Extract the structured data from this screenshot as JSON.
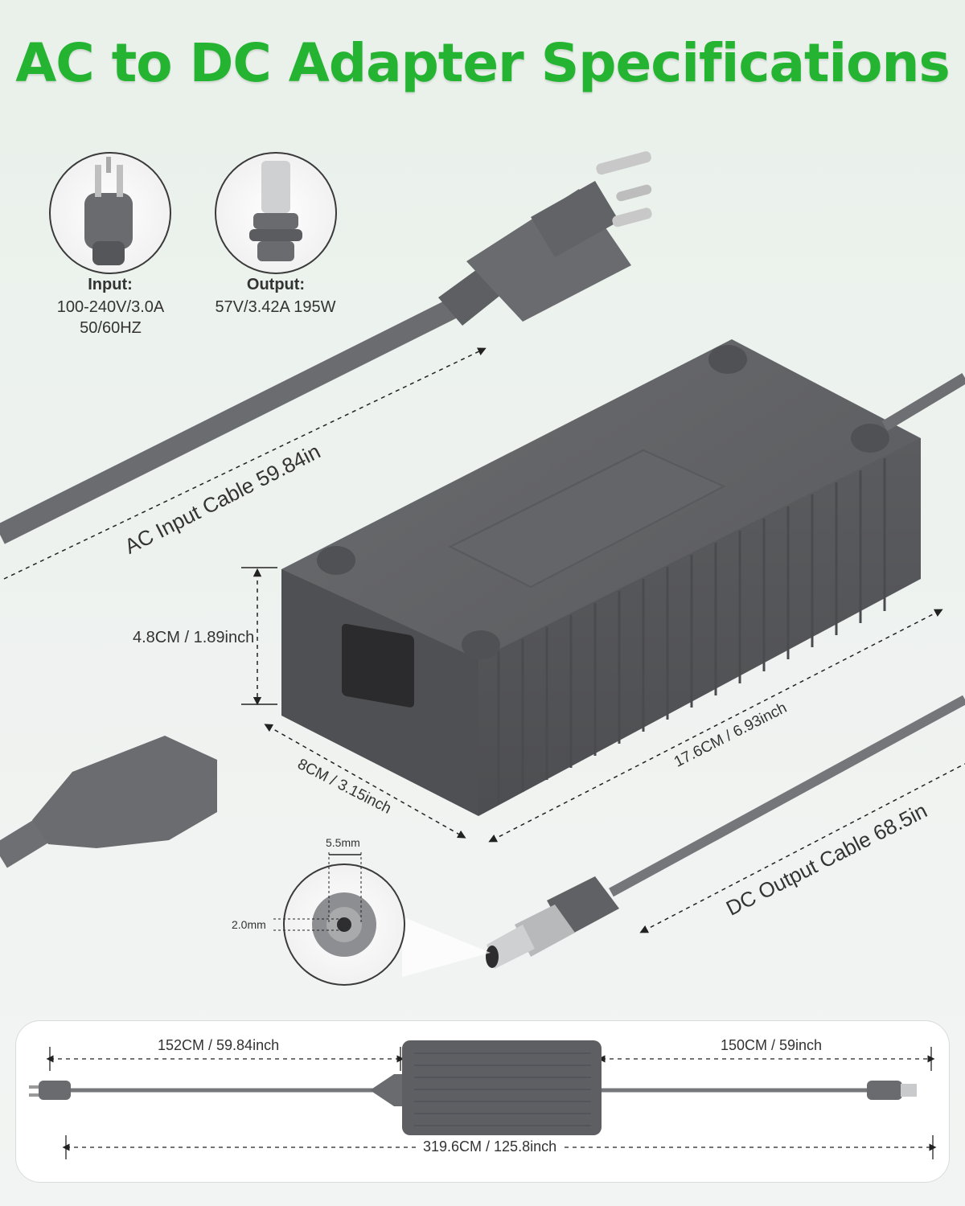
{
  "title": "AC to DC Adapter Specifications",
  "input": {
    "heading": "Input:",
    "line1": "100-240V/3.0A",
    "line2": "50/60HZ"
  },
  "output": {
    "heading": "Output:",
    "line1": "57V/3.42A 195W"
  },
  "dimensions": {
    "ac_cable": "AC Input Cable 59.84in",
    "height": "4.8CM / 1.89inch",
    "depth": "8CM / 3.15inch",
    "length": "17.6CM / 6.93inch",
    "dc_cable": "DC Output Cable 68.5in",
    "outer_diameter": "5.5mm",
    "inner_diameter": "2.0mm"
  },
  "bottom": {
    "ac_length": "152CM / 59.84inch",
    "dc_length": "150CM / 59inch",
    "total_length": "319.6CM / 125.8inch"
  },
  "colors": {
    "title_green": "#25b432",
    "body_gray": "#5f6063",
    "cable_gray": "#6e6f72"
  },
  "icons": [
    "ac-plug-icon",
    "dc-plug-icon"
  ]
}
